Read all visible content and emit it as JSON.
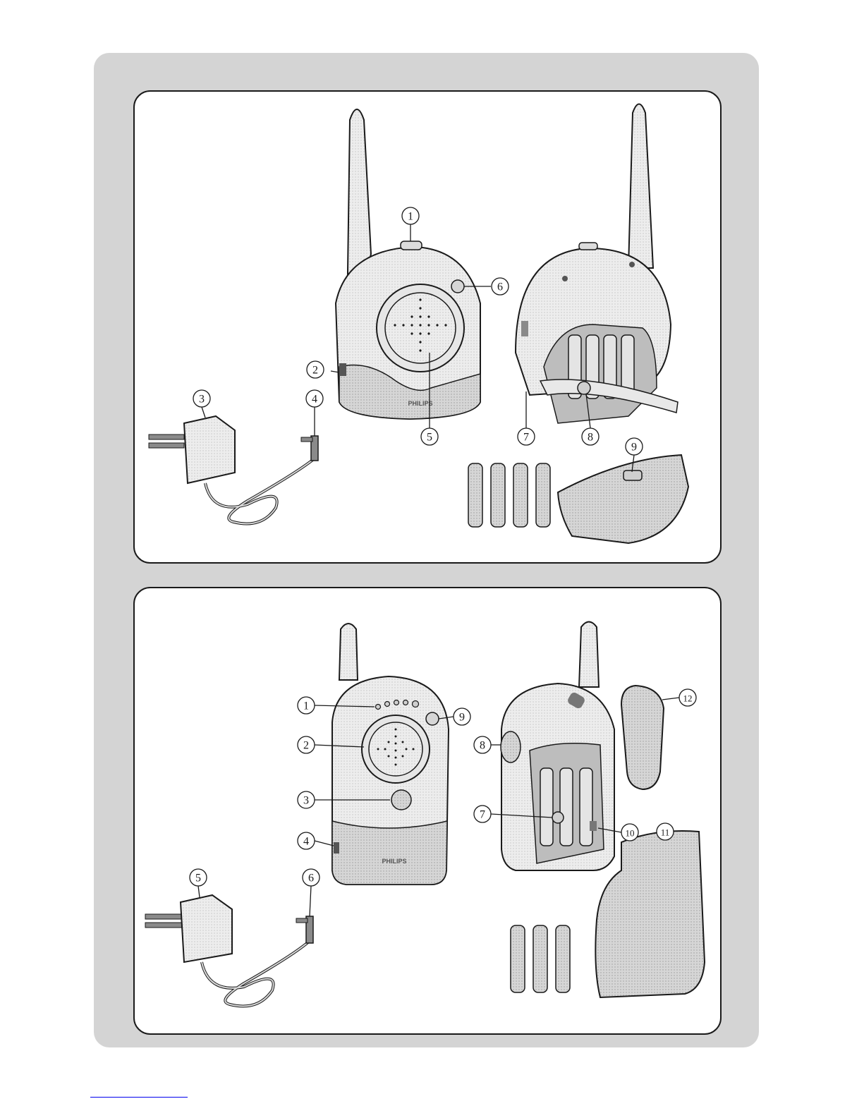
{
  "colors": {
    "frame": "#d4d4d4",
    "panel": "#ffffff",
    "outline": "#1a1a1a",
    "device_light": "#efefef",
    "device_mid": "#cfcfcf",
    "device_dark": "#a8a8a8"
  },
  "brand_text": "PHILIPS",
  "panel_top": {
    "callouts": [
      "1",
      "2",
      "3",
      "4",
      "5",
      "6",
      "7",
      "8",
      "9"
    ]
  },
  "panel_bottom": {
    "callouts": [
      "1",
      "2",
      "3",
      "4",
      "5",
      "6",
      "7",
      "8",
      "9",
      "10",
      "11",
      "12"
    ]
  }
}
